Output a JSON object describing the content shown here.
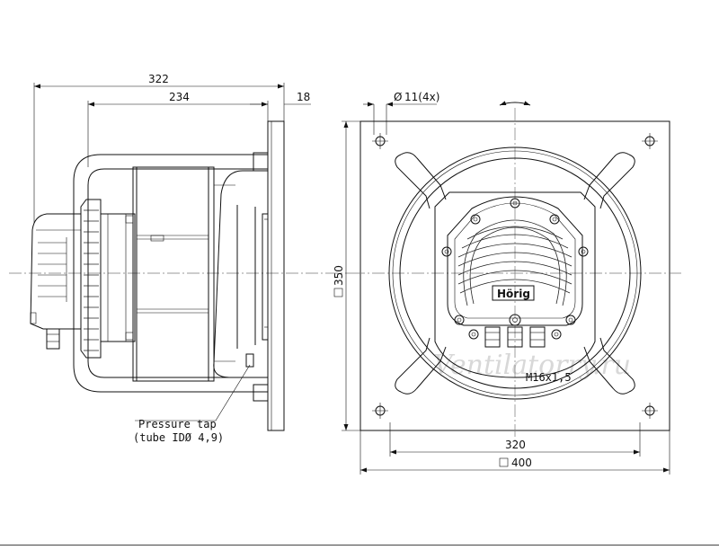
{
  "dimensions": {
    "overall_depth": "322",
    "impeller_depth": "234",
    "plate_thickness": "18",
    "hole_spec": "11(4x)",
    "hole_spec_prefix": "Ø",
    "plate_height": "350",
    "hole_spacing": "320",
    "plate_width": "400",
    "cable_gland": "M16x1,5"
  },
  "annotations": {
    "pressure_tap_line1": "Pressure tap",
    "pressure_tap_line2": "(tube IDØ 4,9)"
  },
  "logo": {
    "text": "Hörig"
  },
  "watermark": {
    "text": "Ventilatorry.ru"
  },
  "colors": {
    "line": "#111111",
    "centerline": "#777777",
    "watermark": "#d8d8d8"
  },
  "icons": {
    "rotation": "rotation-arrow-icon",
    "square": "square-symbol-icon",
    "diameter": "diameter-symbol-icon"
  }
}
